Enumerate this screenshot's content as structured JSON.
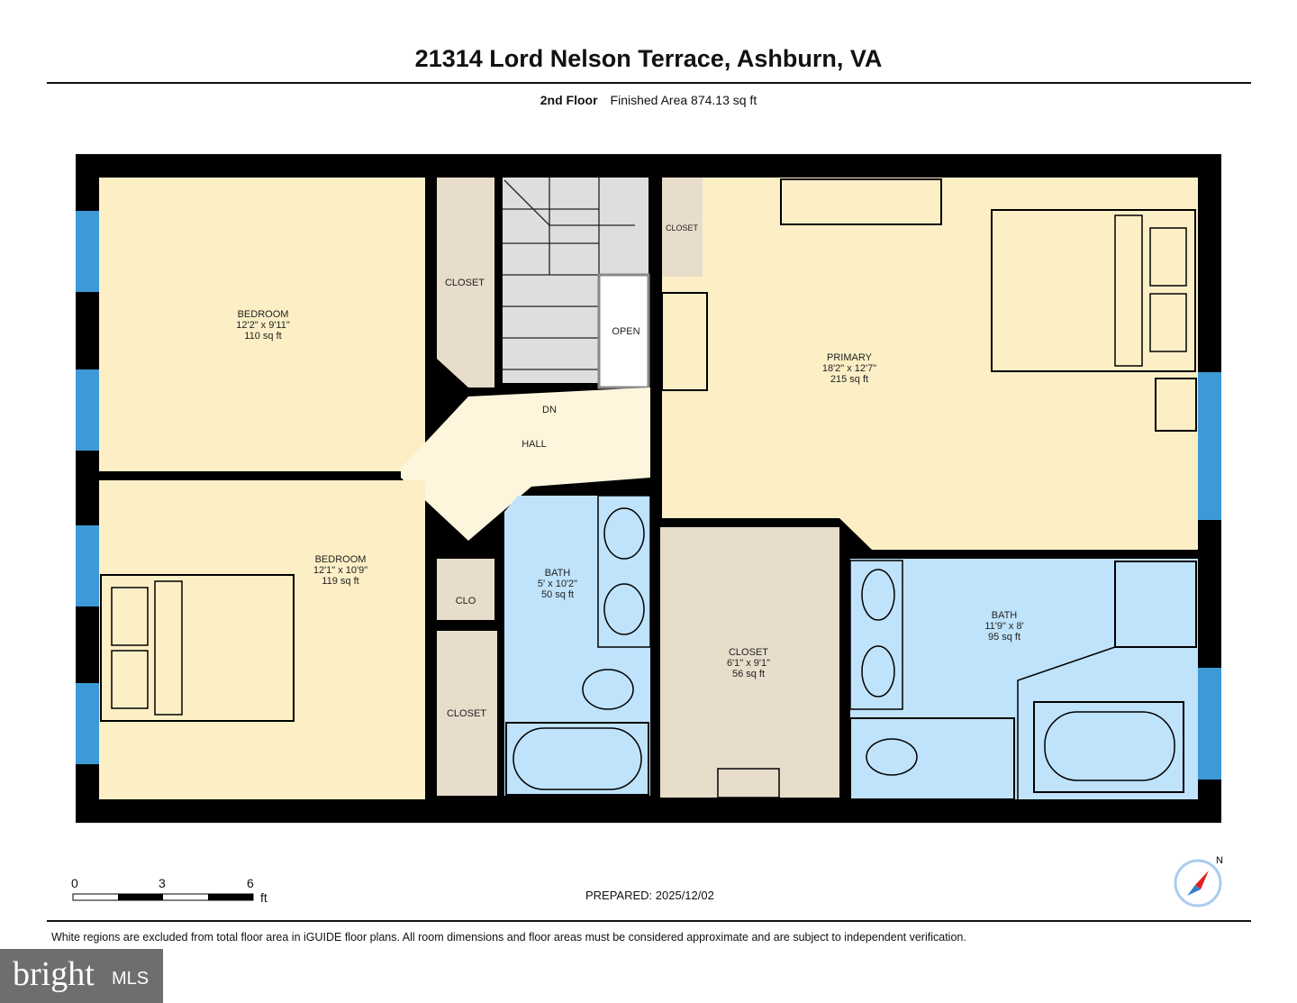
{
  "header": {
    "title": "21314 Lord Nelson Terrace, Ashburn, VA",
    "floor": "2nd Floor",
    "finished_area": "Finished Area 874.13 sq ft"
  },
  "rooms": {
    "bedroom1": {
      "name": "BEDROOM",
      "dims": "12'2\" x 9'11\"",
      "area": "110 sq ft"
    },
    "bedroom2": {
      "name": "BEDROOM",
      "dims": "12'1\" x 10'9\"",
      "area": "119 sq ft"
    },
    "primary": {
      "name": "PRIMARY",
      "dims": "18'2\" x 12'7\"",
      "area": "215 sq ft"
    },
    "bath1": {
      "name": "BATH",
      "dims": "5' x 10'2\"",
      "area": "50 sq ft"
    },
    "bath2": {
      "name": "BATH",
      "dims": "11'9\" x 8'",
      "area": "95 sq ft"
    },
    "closet_walkin": {
      "name": "CLOSET",
      "dims": "6'1\" x 9'1\"",
      "area": "56 sq ft"
    },
    "closet1": "CLOSET",
    "closet2": "CLOSET",
    "closet3": "CLOSET",
    "clo": "CLO",
    "open": "OPEN",
    "dn": "DN",
    "hall": "HALL"
  },
  "scale": {
    "ticks": [
      "0",
      "3",
      "6"
    ],
    "unit": "ft"
  },
  "prepared": "PREPARED: 2025/12/02",
  "disclaimer": "White regions are excluded from total floor area in iGUIDE floor plans. All room dimensions and floor areas must be considered approximate and are subject to independent verification.",
  "logo": {
    "brand": "bright",
    "suffix": "MLS"
  },
  "compass": {
    "label": "N"
  },
  "colors": {
    "bedroom": "#fcefc6",
    "hall": "#fdf6dc",
    "bath": "#bfe3fb",
    "closet": "#e8dccb",
    "stairs": "#dedede",
    "wall": "#000000",
    "window": "#3d9ad6"
  }
}
